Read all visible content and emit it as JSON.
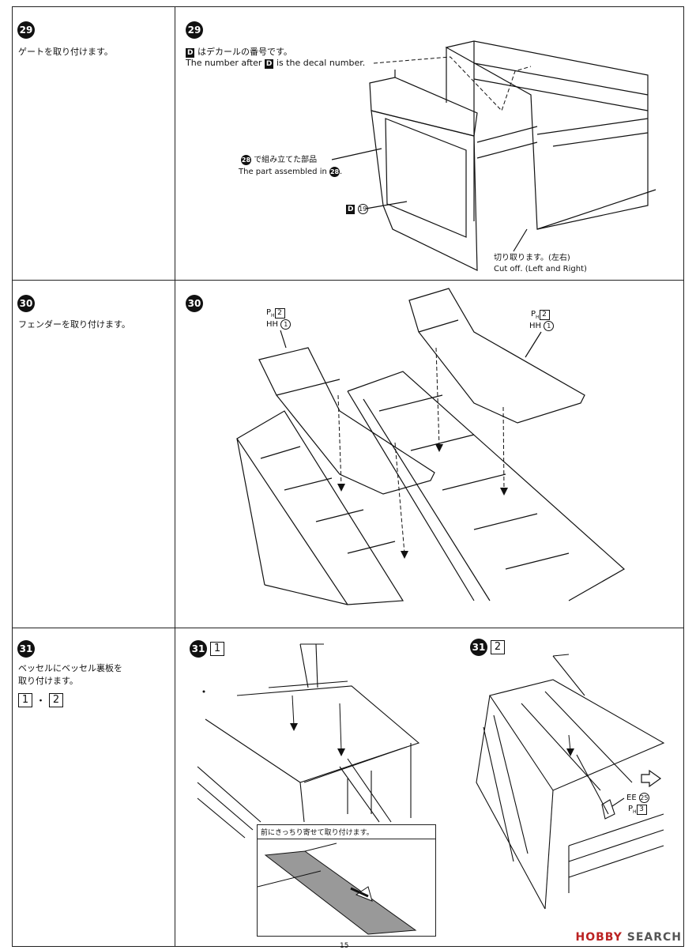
{
  "steps": [
    {
      "number": "29",
      "instruction": "ゲートを取り付けます。",
      "diagram": {
        "badge": "29",
        "decal_note_jp": "はデカールの番号です。",
        "decal_note_en_a": "The number after",
        "decal_note_en_b": "is the decal number.",
        "decal_letter": "D",
        "part_ref_jp": "で組み立てた部品",
        "part_ref_en": "The part assembled in",
        "part_ref_step": "28",
        "decal_callout_letter": "D",
        "decal_callout_num": "19",
        "cut_jp": "切り取ります。(左右)",
        "cut_en": "Cut off. (Left and Right)"
      }
    },
    {
      "number": "30",
      "instruction": "フェンダーを取り付けます。",
      "diagram": {
        "badge": "30",
        "left_part_ph": "2",
        "left_part_hh": "HH",
        "left_part_hh_num": "1",
        "right_part_ph": "2",
        "right_part_hh": "HH",
        "right_part_hh_num": "1"
      }
    },
    {
      "number": "31",
      "instruction_line1": "ベッセルにベッセル裏板を",
      "instruction_line2": "取り付けます。",
      "subs": [
        "1",
        "2"
      ],
      "diagram1": {
        "badge": "31",
        "sub": "1",
        "inset_caption": "前にきっちり寄せて取り付けます。"
      },
      "diagram2": {
        "badge": "31",
        "sub": "2",
        "part_ee": "EE",
        "part_ee_num": "25",
        "part_ph": "3"
      }
    }
  ],
  "page_number": "15",
  "watermark_a": "HOBBY",
  "watermark_b": "SEARCH"
}
